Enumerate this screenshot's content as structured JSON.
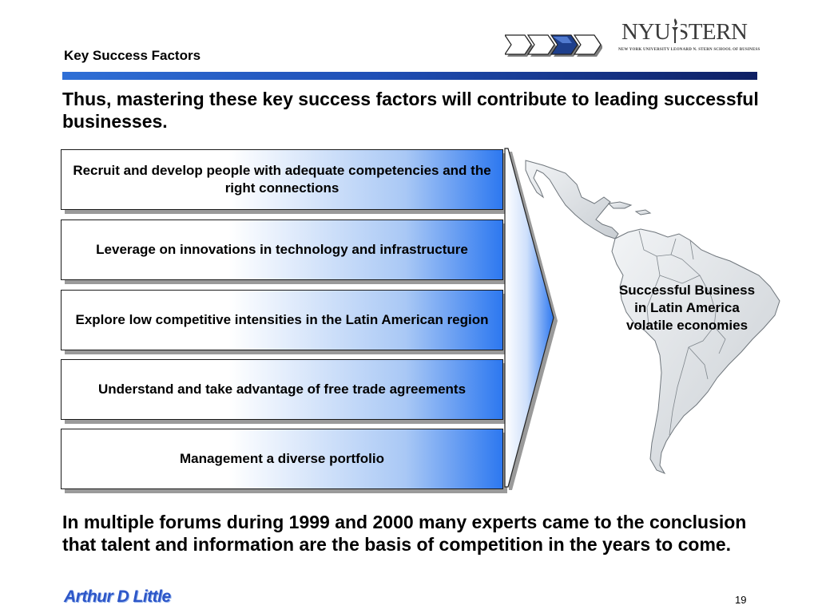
{
  "header": {
    "title": "Key Success Factors",
    "logo_text": "NYU STERN",
    "logo_subtext": "NEW YORK UNIVERSITY LEONARD N. STERN SCHOOL OF BUSINESS",
    "accent_color": "#1f4fb6"
  },
  "intro": "Thus, mastering these key success factors will contribute to leading successful businesses.",
  "factors": [
    "Recruit and develop people with adequate competencies and the right connections",
    "Leverage on innovations in technology and infrastructure",
    "Explore low competitive intensities in the Latin American region",
    "Understand and take advantage of free trade agreements",
    "Management a diverse portfolio"
  ],
  "outcome": "Successful Business in Latin America volatile economies",
  "conclusion": "In multiple forums during 1999 and 2000 many experts came to the conclusion that talent and information are the basis of competition in the years to come.",
  "footer": {
    "brand": "Arthur D Little",
    "page_number": "19"
  }
}
